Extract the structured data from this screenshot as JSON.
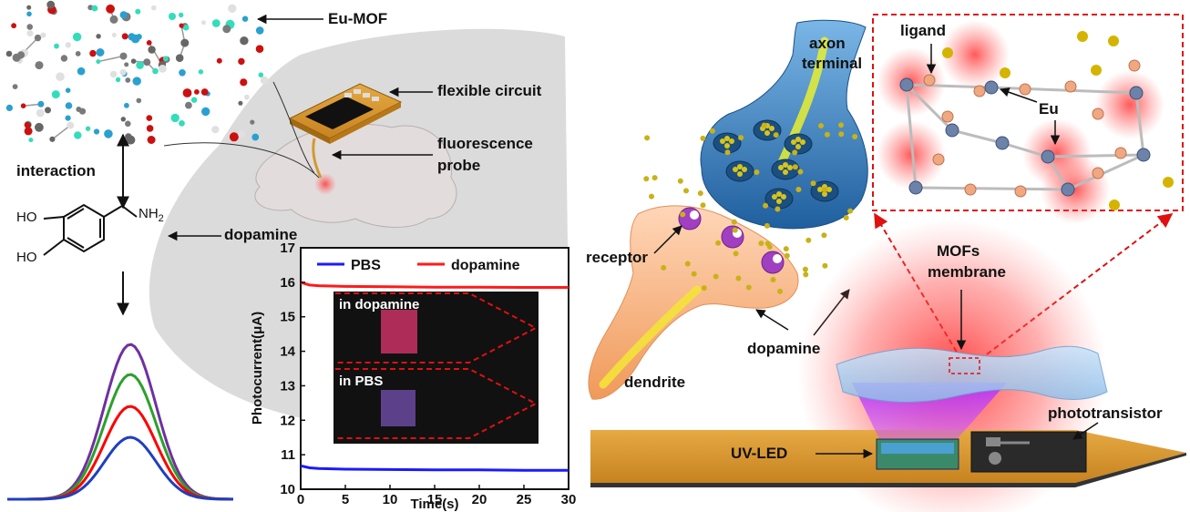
{
  "labels": {
    "eu_mof": "Eu-MOF",
    "flexible_circuit": "flexible circuit",
    "fluorescence_probe_line1": "fluorescence",
    "fluorescence_probe_line2": "probe",
    "interaction": "interaction",
    "dopamine_left": "dopamine",
    "molecule_ho_top": "HO",
    "molecule_ho_bottom": "HO",
    "molecule_nh2": "NH",
    "molecule_nh2_sub": "2",
    "in_dopamine": "in dopamine",
    "in_pbs": "in PBS",
    "axon_line1": "axon",
    "axon_line2": "terminal",
    "receptor": "receptor",
    "dendrite": "dendrite",
    "dopamine_right": "dopamine",
    "ligand": "ligand",
    "eu": "Eu",
    "mofs_line1": "MOFs",
    "mofs_line2": "membrane",
    "phototransistor": "phototransistor",
    "uv_led": "UV-LED"
  },
  "colors": {
    "pbs": "#1a1aff",
    "dopamine": "#ff1a1a",
    "spectrum": [
      "#7030a0",
      "#2ca02c",
      "#ff0000",
      "#1f3fbf"
    ]
  },
  "chart_data": {
    "type": "line",
    "xlabel": "Time(s)",
    "ylabel": "Photocurrent(μA)",
    "xlim": [
      0,
      30
    ],
    "ylim": [
      10,
      17
    ],
    "xticks": [
      0,
      5,
      10,
      15,
      20,
      25,
      30
    ],
    "yticks": [
      10,
      11,
      12,
      13,
      14,
      15,
      16,
      17
    ],
    "legend_position": "top",
    "series": [
      {
        "name": "PBS",
        "color": "#1a1aff",
        "x": [
          0,
          1,
          2,
          5,
          10,
          15,
          20,
          25,
          30
        ],
        "y": [
          10.68,
          10.62,
          10.6,
          10.58,
          10.57,
          10.56,
          10.56,
          10.55,
          10.55
        ]
      },
      {
        "name": "dopamine",
        "color": "#ff1a1a",
        "x": [
          0,
          1,
          2,
          5,
          10,
          15,
          20,
          25,
          30
        ],
        "y": [
          16.0,
          15.92,
          15.9,
          15.88,
          15.87,
          15.86,
          15.86,
          15.85,
          15.85
        ]
      }
    ]
  }
}
